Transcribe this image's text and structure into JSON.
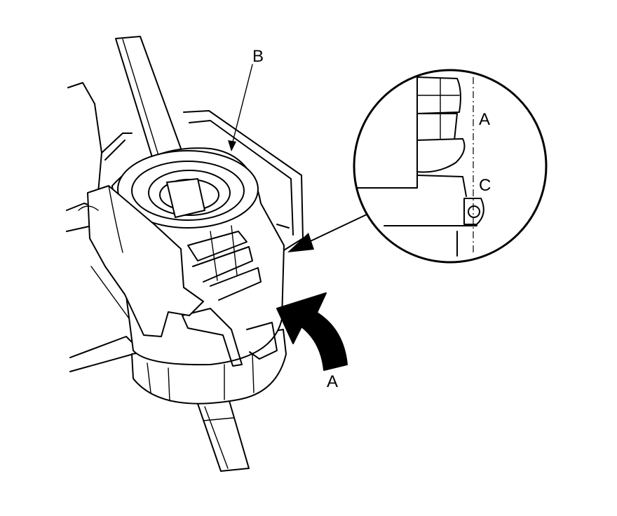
{
  "labels": {
    "main_b": "B",
    "main_a": "A",
    "detail_a": "A",
    "detail_c": "C"
  },
  "colors": {
    "ink": "#000000",
    "paper": "#ffffff"
  }
}
